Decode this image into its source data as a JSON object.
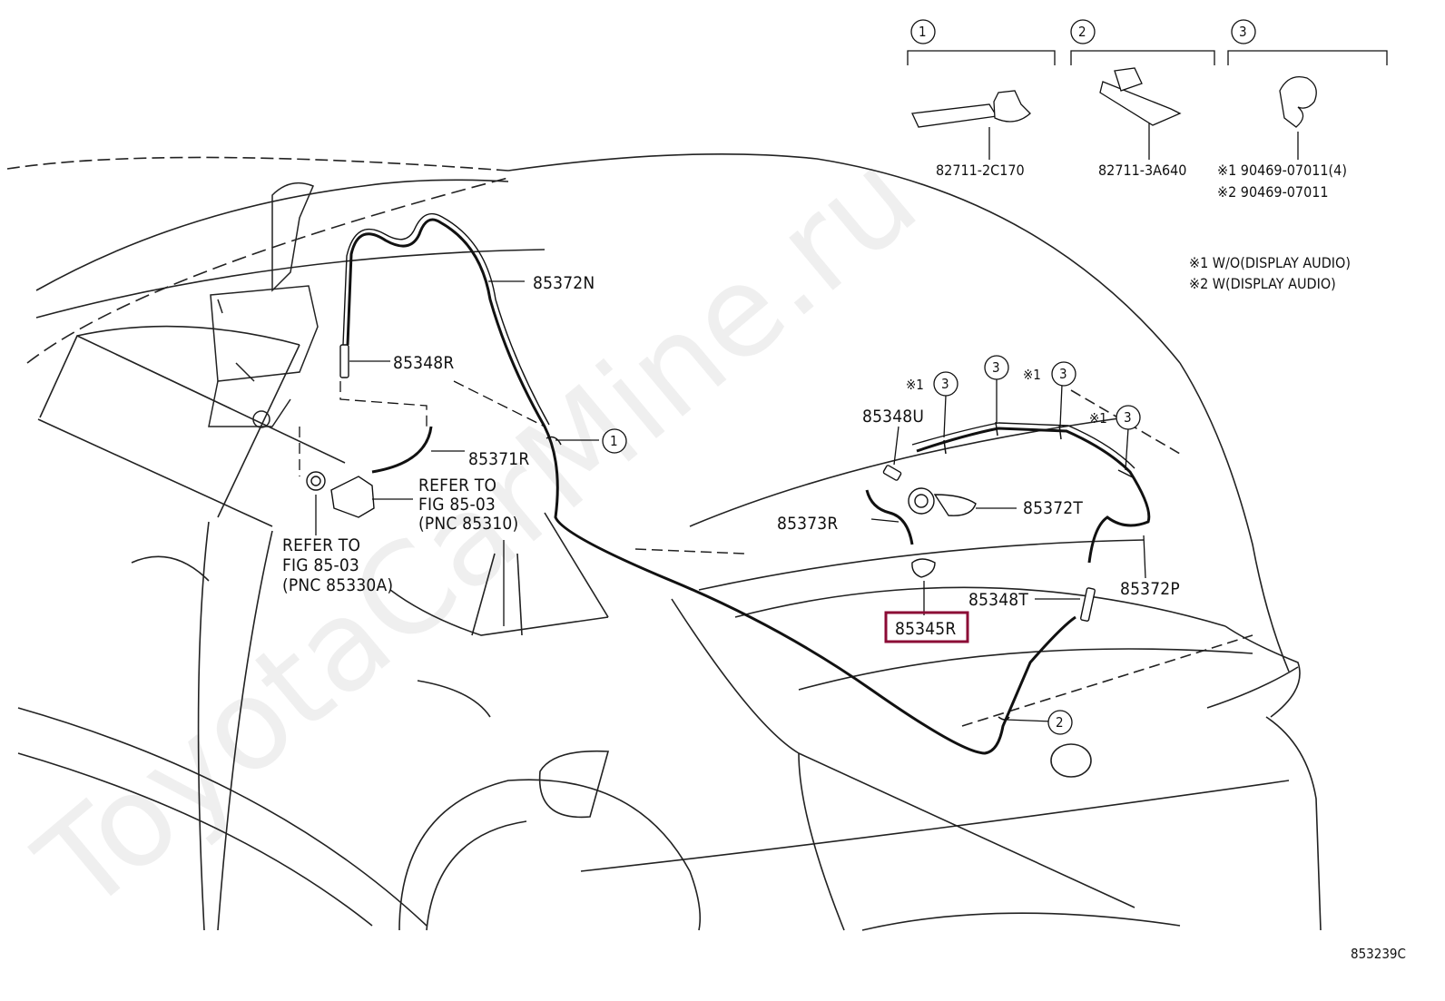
{
  "watermark": "ToyotaCarMine.ru",
  "figure_id": "853239C",
  "highlight_color": "#8b0a35",
  "insets": [
    {
      "num": "1",
      "part": "82711-2C170"
    },
    {
      "num": "2",
      "part": "82711-3A640"
    },
    {
      "num": "3",
      "parts": [
        "※1 90469-07011(4)",
        "※2 90469-07011"
      ]
    }
  ],
  "notes": [
    "※1 W/O(DISPLAY AUDIO)",
    "※2 W(DISPLAY AUDIO)"
  ],
  "labels": {
    "p85372N": "85372N",
    "p85348R": "85348R",
    "p85371R": "85371R",
    "p85348U": "85348U",
    "p85372T": "85372T",
    "p85373R": "85373R",
    "p85372P": "85372P",
    "p85348T": "85348T",
    "p85345R": "85345R"
  },
  "refs": {
    "pump": [
      "REFER TO",
      "FIG 85-03",
      "(PNC 85310)"
    ],
    "grommet": [
      "REFER TO",
      "FIG 85-03",
      "(PNC 85330A)"
    ]
  },
  "callouts": {
    "c1": "1",
    "c2": "2",
    "c3": "3",
    "note1": "※1"
  }
}
